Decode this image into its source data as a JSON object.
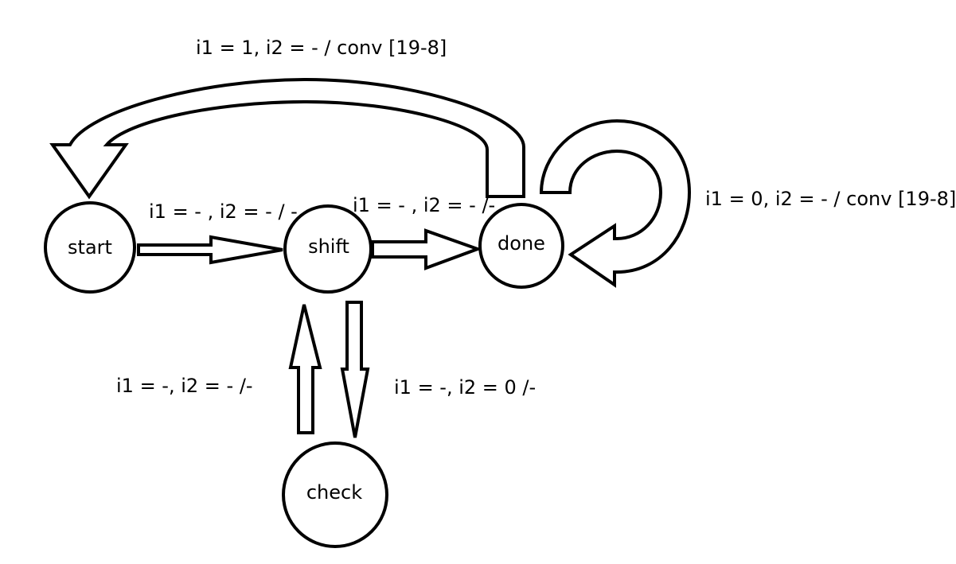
{
  "states": {
    "start": "start",
    "shift": "shift",
    "done": "done",
    "check": "check"
  },
  "transitions": {
    "start_to_shift": "i1 = - , i2 = - / -",
    "shift_to_done": "i1 = - , i2 = - /-",
    "done_to_start": "i1 = 1, i2 = - / conv [19-8]",
    "done_self_loop": "i1 = 0, i2 = - / conv [19-8]",
    "check_to_shift": "i1 = -, i2 = - /-",
    "shift_to_check": "i1 = -, i2 = 0 /-"
  },
  "colors": {
    "stroke": "#000000",
    "fill": "#ffffff"
  }
}
